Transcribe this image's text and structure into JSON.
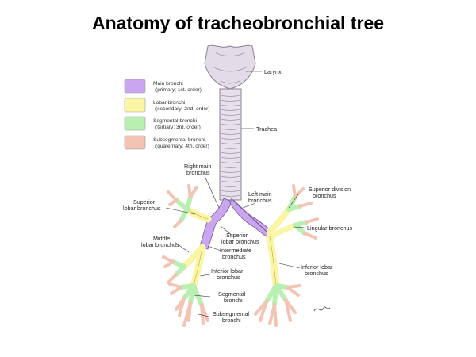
{
  "title": "Anatomy of tracheobronchial tree",
  "colors": {
    "main": "#c9a6ef",
    "lobar": "#fbf6a6",
    "segmental": "#b9f0b1",
    "subsegmental": "#f3c3b3",
    "trachea": "#e7e1ec",
    "airway_edge": "#8c7f96"
  },
  "legend": [
    {
      "color_key": "main",
      "line1": "Main bronchi",
      "line2": "(primary; 1st. order)"
    },
    {
      "color_key": "lobar",
      "line1": "Lobar bronchi",
      "line2": "(secondary; 2nd. order)"
    },
    {
      "color_key": "segmental",
      "line1": "Segmental bronchi",
      "line2": "(tertiary; 3rd. order)"
    },
    {
      "color_key": "subsegmental",
      "line1": "Subsegmental bronchi",
      "line2": "(quaternary; 4th. order)"
    }
  ],
  "labels": {
    "larynx": "Larynx",
    "trachea": "Trachea",
    "right_main_1": "Right main",
    "right_main_2": "bronchus",
    "left_main_1": "Left main",
    "left_main_2": "bronchus",
    "sup_lobar_right_1": "Superior",
    "sup_lobar_right_2": "lobar bronchus",
    "sup_division_1": "Superior division",
    "sup_division_2": "bronchus",
    "lingular": "Lingular bronchus",
    "middle_lobar_1": "Middle",
    "middle_lobar_2": "lobar bronchus",
    "sup_lobar_left_1": "Superior",
    "sup_lobar_left_2": "lobar bronchus",
    "intermediate_1": "Intermediate",
    "intermediate_2": "bronchus",
    "inf_lobar_right_1": "Inferior lobar",
    "inf_lobar_right_2": "bronchus",
    "inf_lobar_left_1": "Inferior lobar",
    "inf_lobar_left_2": "bronchus",
    "segmental_1": "Segmental",
    "segmental_2": "bronchi",
    "subsegmental_1": "Subsegmental",
    "subsegmental_2": "bronchi"
  }
}
